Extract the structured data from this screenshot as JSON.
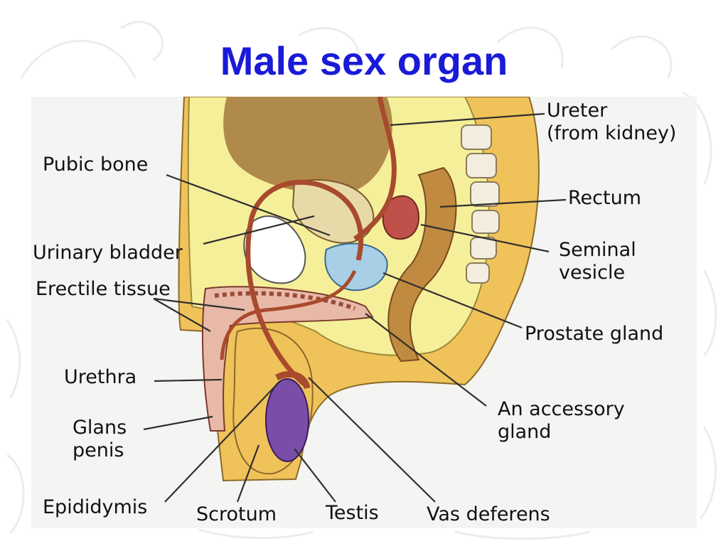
{
  "title": "Male sex organ",
  "colors": {
    "title": "#1a1ad8",
    "skin": "#f0c25a",
    "body_light": "#f6ef9a",
    "vessel": "#a84a2e",
    "testis": "#7a4ea8",
    "prostate": "#a8cfe6",
    "leader_line": "#2f2f2f"
  },
  "labels": {
    "ureter": "Ureter\n(from kidney)",
    "pubic_bone": "Pubic bone",
    "rectum": "Rectum",
    "urinary_bladder": "Urinary bladder",
    "seminal_vesicle": "Seminal\nvesicle",
    "erectile_tissue": "Erectile tissue",
    "prostate_gland": "Prostate gland",
    "urethra": "Urethra",
    "accessory_gland": "An accessory\ngland",
    "glans_penis": "Glans\npenis",
    "epididymis": "Epididymis",
    "scrotum": "Scrotum",
    "testis": "Testis",
    "vas_deferens": "Vas deferens"
  }
}
